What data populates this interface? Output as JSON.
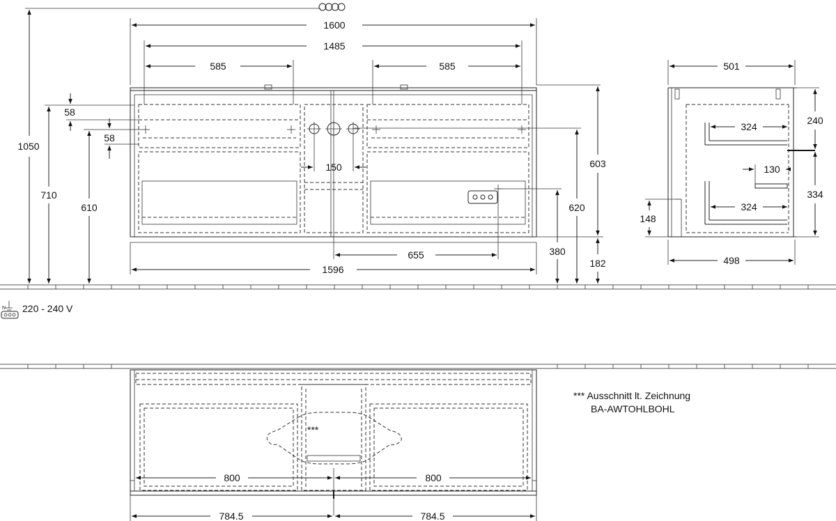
{
  "dimensions": {
    "top_1600": "1600",
    "top_1485": "1485",
    "left_585": "585",
    "right_585": "585",
    "left_58_a": "58",
    "left_58_b": "58",
    "h_1050": "1050",
    "h_710": "710",
    "h_610": "610",
    "center_150": "150",
    "h_603": "603",
    "h_620": "620",
    "h_380": "380",
    "h_182": "182",
    "w_655": "655",
    "w_1596": "1596",
    "side_501": "501",
    "side_498": "498",
    "side_324_top": "324",
    "side_324_bottom": "324",
    "side_130": "130",
    "side_240": "240",
    "side_334": "334",
    "side_148": "148",
    "plan_800_left": "800",
    "plan_800_right": "800",
    "plan_784_left": "784.5",
    "plan_784_right": "784.5"
  },
  "electrical": {
    "icon": "socket-icon",
    "label": "220 - 240 V"
  },
  "cutout_marker": "***",
  "note": {
    "line1": "*** Ausschnitt lt. Zeichnung",
    "line2": "BA-AWTOHLBOHL"
  }
}
